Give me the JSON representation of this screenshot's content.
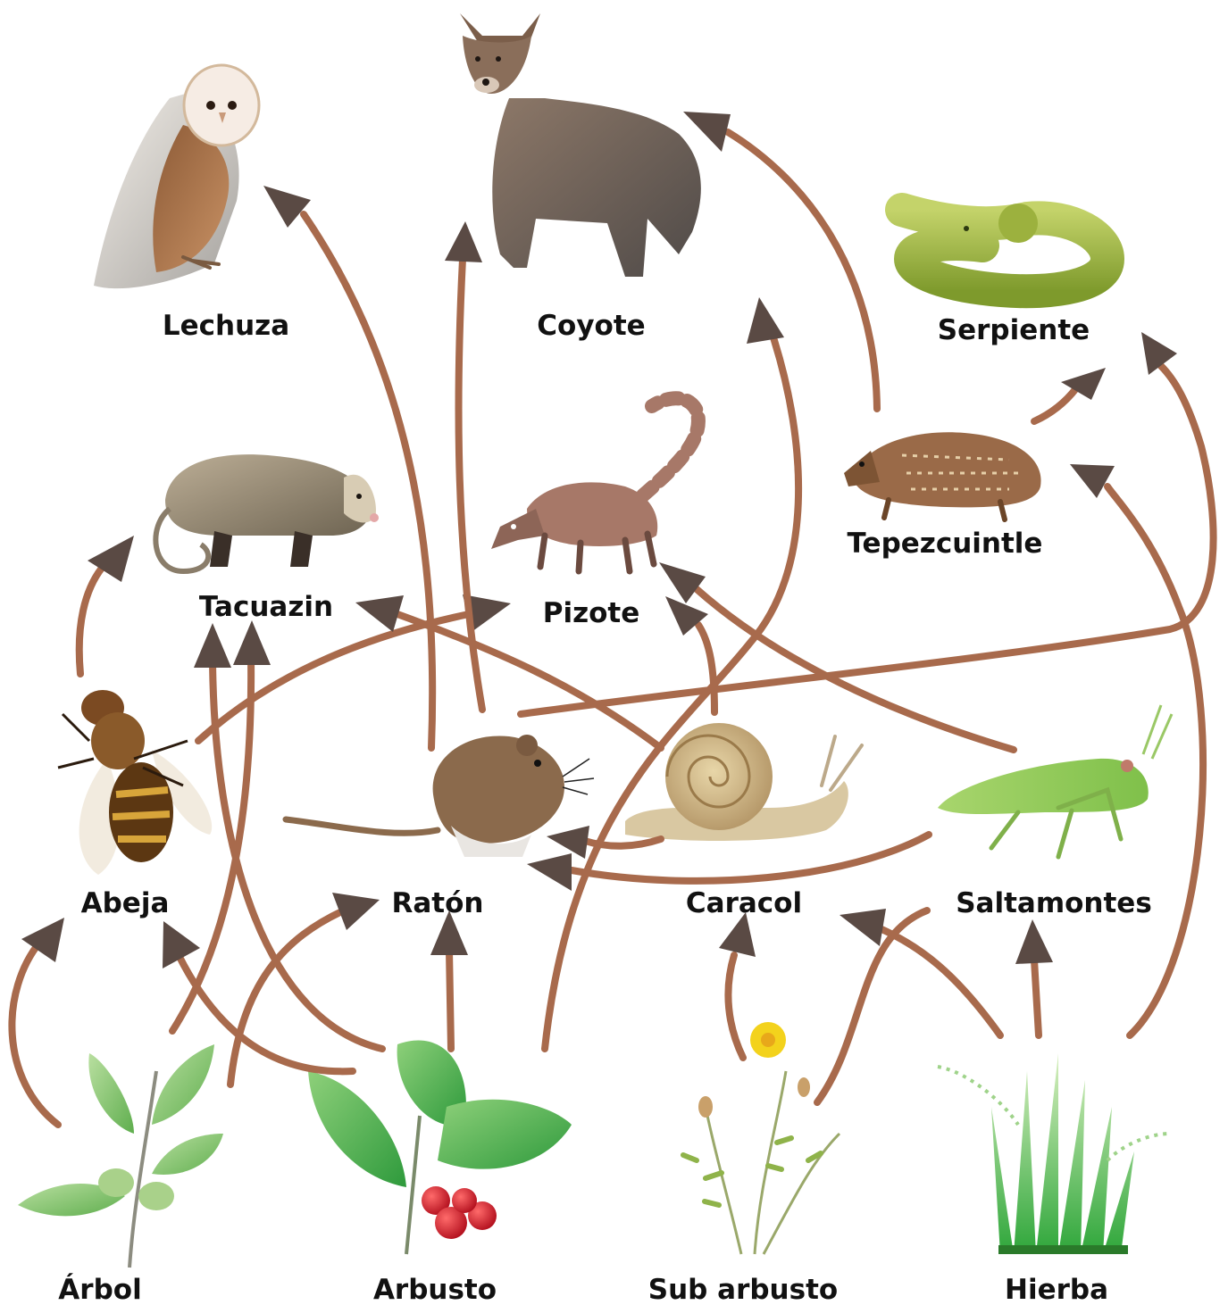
{
  "colors": {
    "arrow": "#a86a4c",
    "arrowhead": "#5a4a44",
    "label": "#111111"
  },
  "organisms": {
    "lechuza": "Lechuza",
    "coyote": "Coyote",
    "serpiente": "Serpiente",
    "tacuazin": "Tacuazin",
    "pizote": "Pizote",
    "tepezcuintle": "Tepezcuintle",
    "abeja": "Abeja",
    "raton": "Ratón",
    "caracol": "Caracol",
    "saltamontes": "Saltamontes",
    "arbol": "Árbol",
    "arbusto": "Arbusto",
    "sub_arbusto": "Sub arbusto",
    "hierba": "Hierba"
  },
  "feeding_links": [
    {
      "from": "Árbol",
      "to": "Abeja"
    },
    {
      "from": "Árbol",
      "to": "Tacuazin"
    },
    {
      "from": "Árbol",
      "to": "Ratón"
    },
    {
      "from": "Arbusto",
      "to": "Abeja"
    },
    {
      "from": "Arbusto",
      "to": "Tacuazin"
    },
    {
      "from": "Arbusto",
      "to": "Ratón"
    },
    {
      "from": "Arbusto",
      "to": "Coyote"
    },
    {
      "from": "Sub arbusto",
      "to": "Caracol"
    },
    {
      "from": "Sub arbusto",
      "to": "Saltamontes"
    },
    {
      "from": "Hierba",
      "to": "Caracol"
    },
    {
      "from": "Hierba",
      "to": "Saltamontes"
    },
    {
      "from": "Hierba",
      "to": "Tepezcuintle"
    },
    {
      "from": "Abeja",
      "to": "Tacuazin"
    },
    {
      "from": "Abeja",
      "to": "Pizote"
    },
    {
      "from": "Ratón",
      "to": "Lechuza"
    },
    {
      "from": "Ratón",
      "to": "Coyote"
    },
    {
      "from": "Ratón",
      "to": "Serpiente"
    },
    {
      "from": "Caracol",
      "to": "Ratón"
    },
    {
      "from": "Caracol",
      "to": "Tacuazin"
    },
    {
      "from": "Caracol",
      "to": "Pizote"
    },
    {
      "from": "Saltamontes",
      "to": "Ratón"
    },
    {
      "from": "Saltamontes",
      "to": "Pizote"
    },
    {
      "from": "Tepezcuintle",
      "to": "Coyote"
    },
    {
      "from": "Tepezcuintle",
      "to": "Serpiente"
    }
  ]
}
